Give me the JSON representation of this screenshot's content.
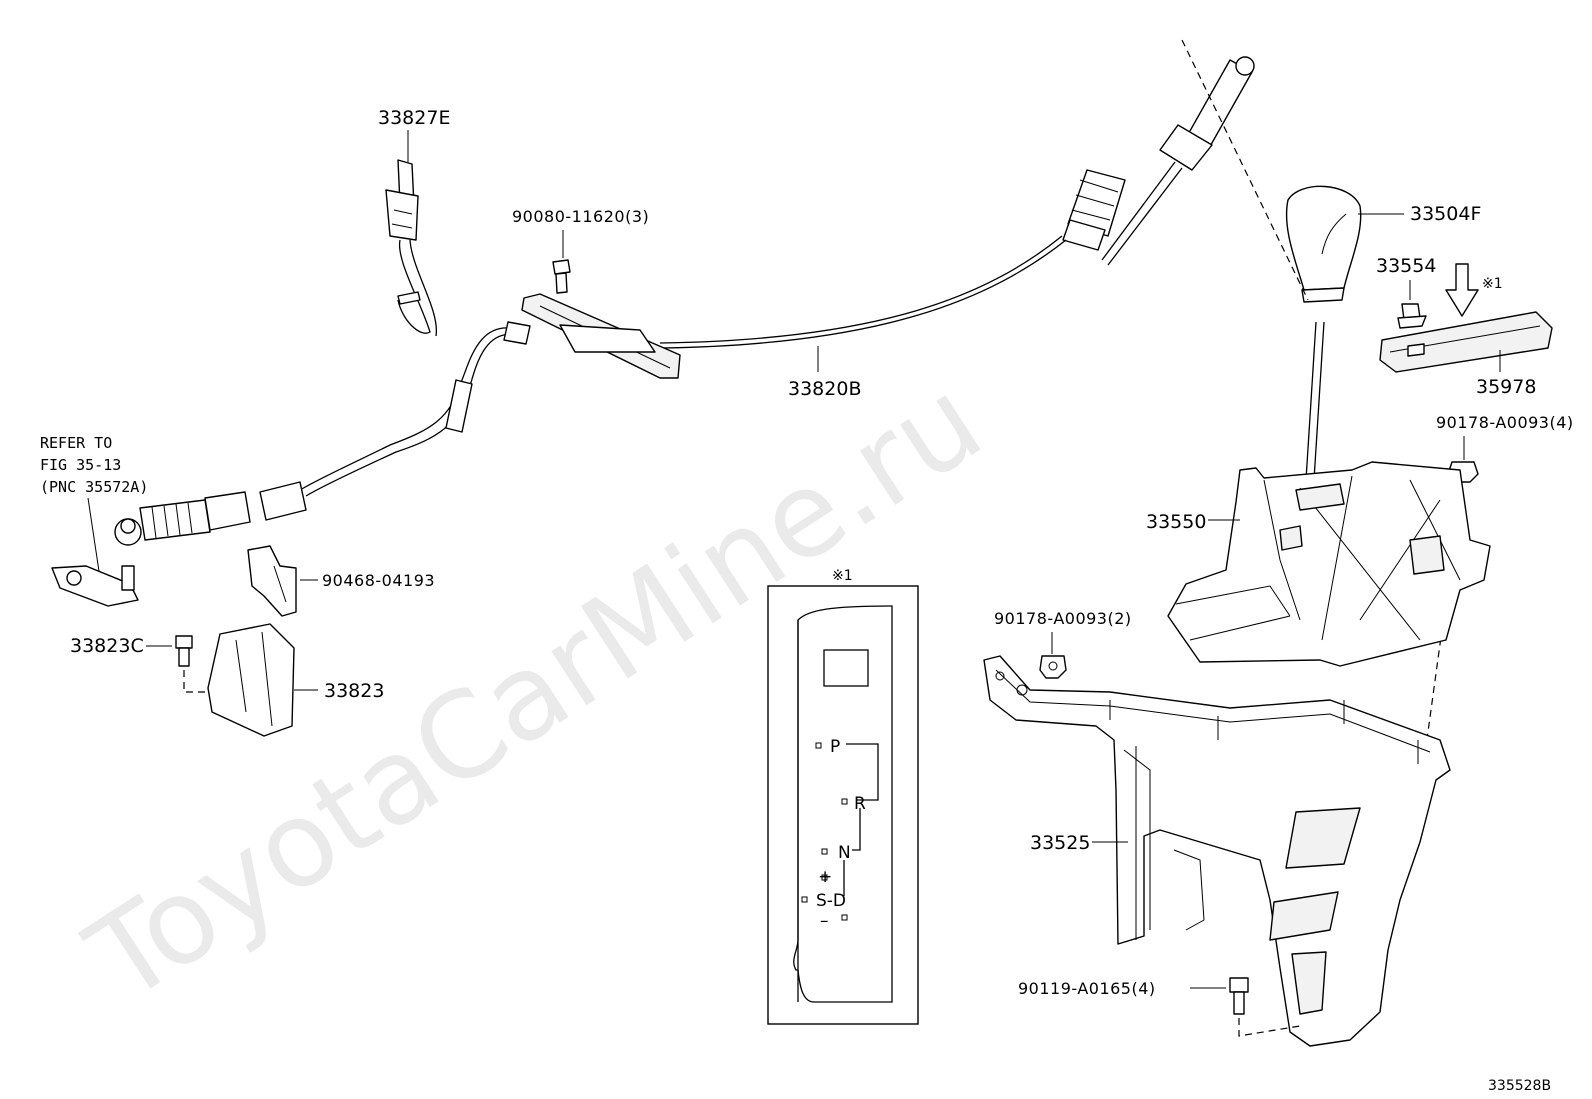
{
  "watermark": "ToyotaCarMine.ru",
  "figure_code": "335528B",
  "labels": {
    "p33827E": "33827E",
    "p90080": "90080-11620(3)",
    "p33820B": "33820B",
    "p33504F": "33504F",
    "p33554": "33554",
    "p35978": "35978",
    "p90178_4": "90178-A0093(4)",
    "p33550": "33550",
    "p90178_2": "90178-A0093(2)",
    "p33525": "33525",
    "p90119": "90119-A0165(4)",
    "p90468": "90468-04193",
    "p33823C": "33823C",
    "p33823": "33823",
    "refer_1": "REFER TO",
    "refer_2": "FIG 35-13",
    "refer_3": "(PNC 35572A)",
    "note_mark": "※1",
    "inset_mark": "※1"
  },
  "gate": {
    "p": "P",
    "r": "R",
    "n": "N",
    "sd": "S-D",
    "plus": "+",
    "minus": "–"
  },
  "icons": [
    "bolt-icon",
    "nut-icon",
    "arrow-down-icon",
    "clip-icon"
  ]
}
